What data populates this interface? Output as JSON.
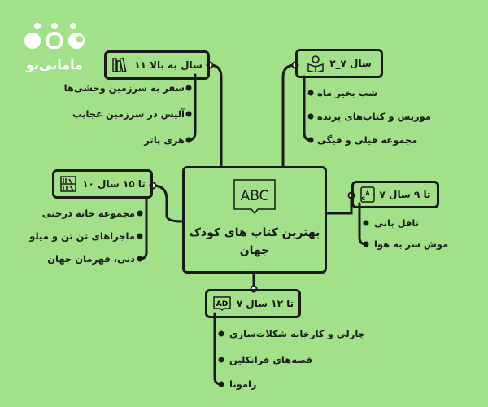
{
  "logo": {
    "name": "مامانی‌نو",
    "color": "#ffffff"
  },
  "center": {
    "title": "بهترین کتاب های کودک جهان",
    "icon": "abc-book-icon"
  },
  "branches": [
    {
      "id": "age11plus",
      "label": "سال به بالا ۱۱",
      "icon": "bookshelf-books-icon",
      "items": [
        "سفر به سرزمین وحشی‌ها",
        "آلیس در سرزمین عجایب",
        "هری پاتر"
      ]
    },
    {
      "id": "age2to7",
      "label": "سال ۷_۲",
      "icon": "child-reading-icon",
      "items": [
        "شب بخیر ماه",
        "موریس و کتاب‌های پرنده",
        "مجموعه فیلی و فیگی"
      ]
    },
    {
      "id": "age10to15",
      "label": "تا ۱۵ سال ۱۰",
      "icon": "library-icon",
      "items": [
        "مجموعه خانه درختی",
        "ماجراهای تن تن و میلو",
        "دنی، قهرمان جهان"
      ]
    },
    {
      "id": "age7to9",
      "label": "تا ۹ سال ۷",
      "icon": "abc-blocks-icon",
      "items": [
        "نافل بانی",
        "موش سر به هوا"
      ]
    },
    {
      "id": "age7to12",
      "label": "تا ۱۲ سال ۷",
      "icon": "ad-book-icon",
      "items": [
        "چارلی و کارخانه شکلات‌سازی",
        "قصه‌های فرانکلین",
        "رامونا"
      ]
    }
  ],
  "colors": {
    "background": "#a3e08a",
    "line": "#1a1a1a"
  }
}
